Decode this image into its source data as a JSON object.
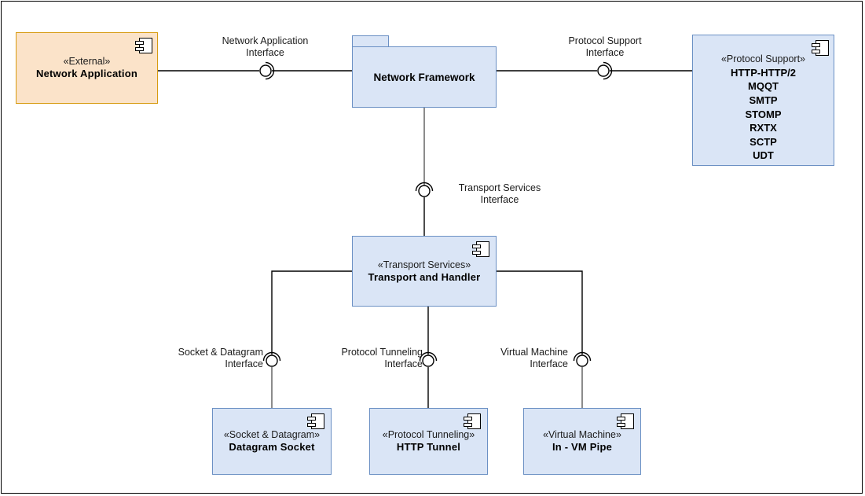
{
  "diagram": {
    "type": "uml-component-diagram",
    "background": "#ffffff",
    "frame_color": "#000000",
    "colors": {
      "component_fill": "#dae5f6",
      "component_border": "#6b90c4",
      "external_fill": "#fbe3c9",
      "external_border": "#d79b10",
      "line": "#000000",
      "line_gray": "#6f6f6f"
    }
  },
  "components": {
    "network_application": {
      "stereotype": "«External»",
      "name": "Network Application",
      "icon": "uml-component-icon"
    },
    "network_framework": {
      "name": "Network Framework",
      "shape": "package"
    },
    "protocol_support": {
      "stereotype": "«Protocol Support»",
      "icon": "uml-component-icon",
      "protocols": [
        "HTTP-HTTP/2",
        "MQQT",
        "SMTP",
        "STOMP",
        "RXTX",
        "SCTP",
        "UDT"
      ]
    },
    "transport_handler": {
      "stereotype": "«Transport Services»",
      "name": "Transport and Handler",
      "icon": "uml-component-icon"
    },
    "datagram_socket": {
      "stereotype": "«Socket & Datagram»",
      "name": "Datagram Socket",
      "icon": "uml-component-icon"
    },
    "http_tunnel": {
      "stereotype": "«Protocol Tunneling»",
      "name": "HTTP Tunnel",
      "icon": "uml-component-icon"
    },
    "in_vm_pipe": {
      "stereotype": "«Virtual Machine»",
      "name": "In - VM Pipe",
      "icon": "uml-component-icon"
    }
  },
  "interfaces": {
    "network_application": "Network Application\nInterface",
    "protocol_support": "Protocol Support\nInterface",
    "transport_services": "Transport Services\nInterface",
    "socket_datagram": "Socket & Datagram\nInterface",
    "protocol_tunneling": "Protocol Tunneling\nInterface",
    "virtual_machine": "Virtual Machine\nInterface"
  }
}
